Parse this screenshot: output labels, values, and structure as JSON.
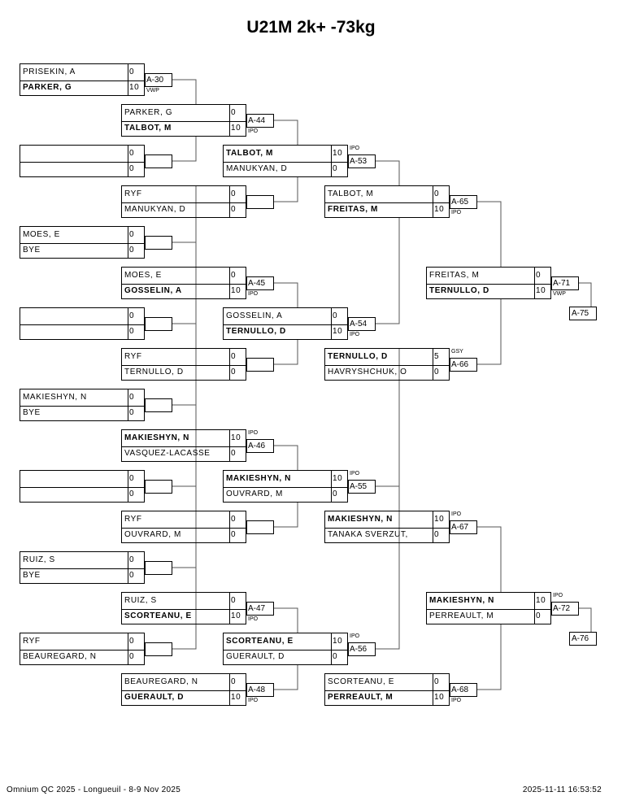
{
  "title": "U21M 2k+ -73kg",
  "footer": {
    "left": "Omnium QC 2025 - Longueuil - 8-9 Nov 2025",
    "right": "2025-11-11 16:53:52"
  },
  "columns": [
    [
      {
        "label": "A-30",
        "note": "VWP",
        "note_pos": "below",
        "rows": [
          {
            "name": "PRISEKIN, A",
            "score": "0",
            "win": false
          },
          {
            "name": "PARKER, G",
            "score": "10",
            "win": true
          }
        ]
      },
      {
        "label": "",
        "note": "",
        "rows": [
          {
            "name": "",
            "score": "0",
            "win": false
          },
          {
            "name": "",
            "score": "0",
            "win": false
          }
        ]
      },
      {
        "label": "",
        "note": "",
        "rows": [
          {
            "name": "MOES, E",
            "score": "0",
            "win": false
          },
          {
            "name": "BYE",
            "score": "0",
            "win": false
          }
        ]
      },
      {
        "label": "",
        "note": "",
        "rows": [
          {
            "name": "",
            "score": "0",
            "win": false
          },
          {
            "name": "",
            "score": "0",
            "win": false
          }
        ]
      },
      {
        "label": "",
        "note": "",
        "rows": [
          {
            "name": "MAKIESHYN, N",
            "score": "0",
            "win": false
          },
          {
            "name": "BYE",
            "score": "0",
            "win": false
          }
        ]
      },
      {
        "label": "",
        "note": "",
        "rows": [
          {
            "name": "",
            "score": "0",
            "win": false
          },
          {
            "name": "",
            "score": "0",
            "win": false
          }
        ]
      },
      {
        "label": "",
        "note": "",
        "rows": [
          {
            "name": "RUIZ, S",
            "score": "0",
            "win": false
          },
          {
            "name": "BYE",
            "score": "0",
            "win": false
          }
        ]
      },
      {
        "label": "",
        "note": "",
        "rows": [
          {
            "name": "RYF",
            "score": "0",
            "win": false
          },
          {
            "name": "BEAUREGARD, N",
            "score": "0",
            "win": false
          }
        ]
      }
    ],
    [
      {
        "label": "A-44",
        "note": "IPO",
        "note_pos": "below",
        "rows": [
          {
            "name": "PARKER, G",
            "score": "0",
            "win": false
          },
          {
            "name": "TALBOT, M",
            "score": "10",
            "win": true
          }
        ]
      },
      {
        "label": "",
        "note": "",
        "rows": [
          {
            "name": "RYF",
            "score": "0",
            "win": false
          },
          {
            "name": "MANUKYAN, D",
            "score": "0",
            "win": false
          }
        ]
      },
      {
        "label": "A-45",
        "note": "IPO",
        "note_pos": "below",
        "rows": [
          {
            "name": "MOES, E",
            "score": "0",
            "win": false
          },
          {
            "name": "GOSSELIN, A",
            "score": "10",
            "win": true
          }
        ]
      },
      {
        "label": "",
        "note": "",
        "rows": [
          {
            "name": "RYF",
            "score": "0",
            "win": false
          },
          {
            "name": "TERNULLO, D",
            "score": "0",
            "win": false
          }
        ]
      },
      {
        "label": "A-46",
        "note": "IPO",
        "note_pos": "above",
        "rows": [
          {
            "name": "MAKIESHYN, N",
            "score": "10",
            "win": true
          },
          {
            "name": "VASQUEZ-LACASSE",
            "score": "0",
            "win": false
          }
        ]
      },
      {
        "label": "",
        "note": "",
        "rows": [
          {
            "name": "RYF",
            "score": "0",
            "win": false
          },
          {
            "name": "OUVRARD, M",
            "score": "0",
            "win": false
          }
        ]
      },
      {
        "label": "A-47",
        "note": "IPO",
        "note_pos": "below",
        "rows": [
          {
            "name": "RUIZ, S",
            "score": "0",
            "win": false
          },
          {
            "name": "SCORTEANU, E",
            "score": "10",
            "win": true
          }
        ]
      },
      {
        "label": "A-48",
        "note": "IPO",
        "note_pos": "below",
        "rows": [
          {
            "name": "BEAUREGARD, N",
            "score": "0",
            "win": false
          },
          {
            "name": "GUERAULT, D",
            "score": "10",
            "win": true
          }
        ]
      }
    ],
    [
      {
        "label": "A-53",
        "note": "IPO",
        "note_pos": "above",
        "rows": [
          {
            "name": "TALBOT, M",
            "score": "10",
            "win": true
          },
          {
            "name": "MANUKYAN, D",
            "score": "0",
            "win": false
          }
        ]
      },
      {
        "label": "A-54",
        "note": "IPO",
        "note_pos": "below",
        "rows": [
          {
            "name": "GOSSELIN, A",
            "score": "0",
            "win": false
          },
          {
            "name": "TERNULLO, D",
            "score": "10",
            "win": true
          }
        ]
      },
      {
        "label": "A-55",
        "note": "IPO",
        "note_pos": "above",
        "rows": [
          {
            "name": "MAKIESHYN, N",
            "score": "10",
            "win": true
          },
          {
            "name": "OUVRARD, M",
            "score": "0",
            "win": false
          }
        ]
      },
      {
        "label": "A-56",
        "note": "IPO",
        "note_pos": "above",
        "rows": [
          {
            "name": "SCORTEANU, E",
            "score": "10",
            "win": true
          },
          {
            "name": "GUERAULT, D",
            "score": "0",
            "win": false
          }
        ]
      }
    ],
    [
      {
        "label": "A-65",
        "note": "IPO",
        "note_pos": "below",
        "rows": [
          {
            "name": "TALBOT, M",
            "score": "0",
            "win": false
          },
          {
            "name": "FREITAS, M",
            "score": "10",
            "win": true
          }
        ]
      },
      {
        "label": "A-66",
        "note": "GSY",
        "note_pos": "above",
        "rows": [
          {
            "name": "TERNULLO, D",
            "score": "5",
            "win": true
          },
          {
            "name": "HAVRYSHCHUK, O",
            "score": "0",
            "win": false
          }
        ]
      },
      {
        "label": "A-67",
        "note": "IPO",
        "note_pos": "above",
        "rows": [
          {
            "name": "MAKIESHYN, N",
            "score": "10",
            "win": true
          },
          {
            "name": "TANAKA SVERZUT,",
            "score": "0",
            "win": false
          }
        ]
      },
      {
        "label": "A-68",
        "note": "IPO",
        "note_pos": "below",
        "rows": [
          {
            "name": "SCORTEANU, E",
            "score": "0",
            "win": false
          },
          {
            "name": "PERREAULT, M",
            "score": "10",
            "win": true
          }
        ]
      }
    ],
    [
      {
        "label": "A-71",
        "note": "VWP",
        "note_pos": "below",
        "rows": [
          {
            "name": "FREITAS, M",
            "score": "0",
            "win": false
          },
          {
            "name": "TERNULLO, D",
            "score": "10",
            "win": true
          }
        ]
      },
      {
        "label": "A-72",
        "note": "IPO",
        "note_pos": "above",
        "rows": [
          {
            "name": "MAKIESHYN, N",
            "score": "10",
            "win": true
          },
          {
            "name": "PERREAULT, M",
            "score": "0",
            "win": false
          }
        ]
      }
    ]
  ],
  "next_matches": [
    "A-75",
    "A-76"
  ]
}
